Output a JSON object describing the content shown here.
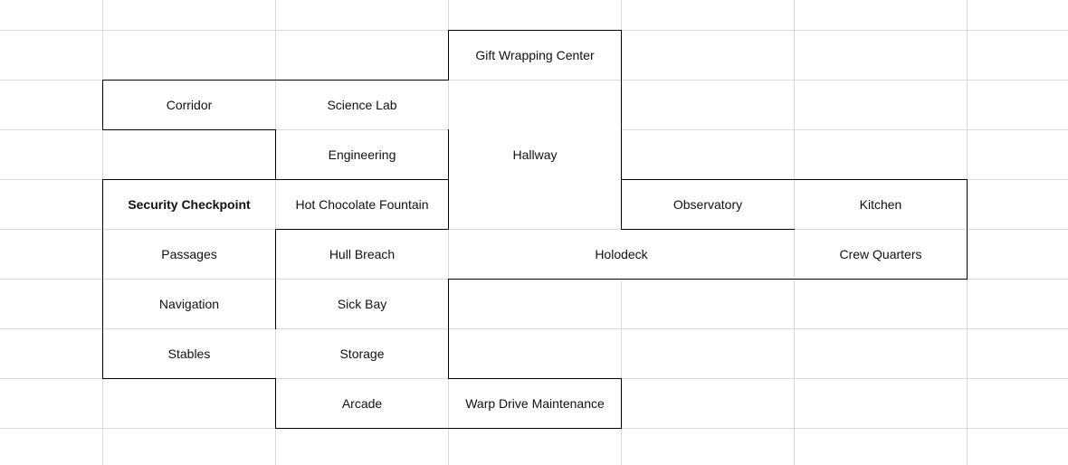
{
  "rooms": [
    {
      "id": "gift-wrapping-center",
      "label": "Gift Wrapping Center"
    },
    {
      "id": "corridor",
      "label": "Corridor"
    },
    {
      "id": "science-lab",
      "label": "Science Lab"
    },
    {
      "id": "engineering",
      "label": "Engineering"
    },
    {
      "id": "hallway",
      "label": "Hallway"
    },
    {
      "id": "security-checkpoint",
      "label": "Security Checkpoint",
      "bold": true
    },
    {
      "id": "hot-chocolate-fountain",
      "label": "Hot Chocolate Fountain"
    },
    {
      "id": "observatory",
      "label": "Observatory"
    },
    {
      "id": "kitchen",
      "label": "Kitchen"
    },
    {
      "id": "passages",
      "label": "Passages"
    },
    {
      "id": "hull-breach",
      "label": "Hull Breach"
    },
    {
      "id": "holodeck",
      "label": "Holodeck"
    },
    {
      "id": "crew-quarters",
      "label": "Crew Quarters"
    },
    {
      "id": "navigation",
      "label": "Navigation"
    },
    {
      "id": "sick-bay",
      "label": "Sick Bay"
    },
    {
      "id": "stables",
      "label": "Stables"
    },
    {
      "id": "storage",
      "label": "Storage"
    },
    {
      "id": "arcade",
      "label": "Arcade"
    },
    {
      "id": "warp-drive-maintenance",
      "label": "Warp Drive Maintenance"
    }
  ],
  "colors": {
    "gridline": "#d9d9d9",
    "border": "#000000",
    "text": "#111111"
  }
}
